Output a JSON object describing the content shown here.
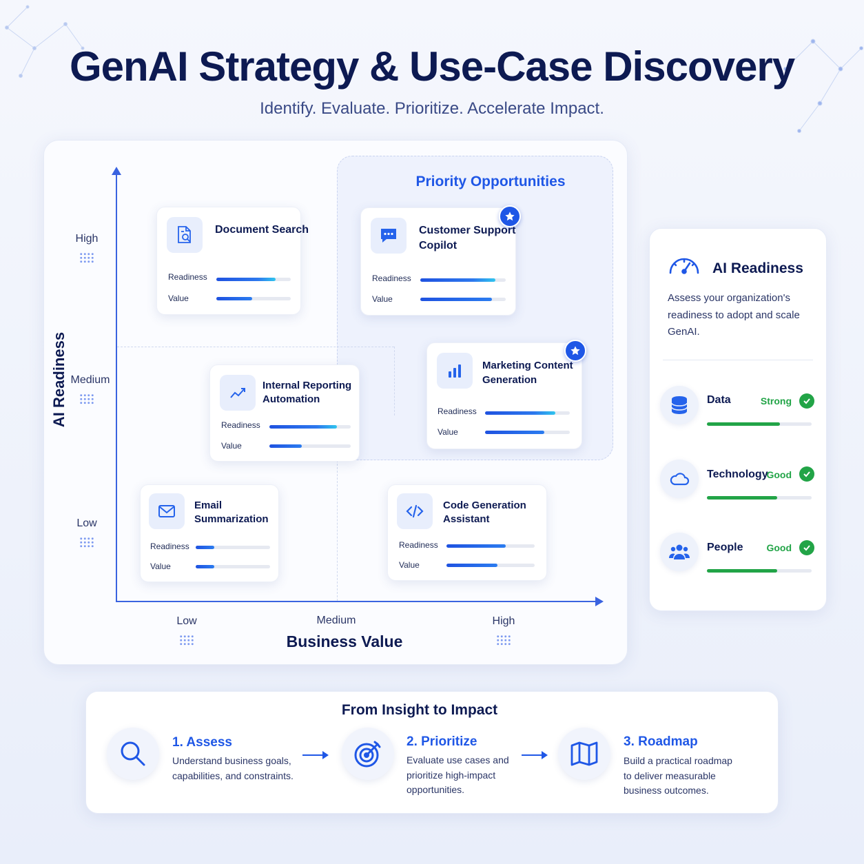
{
  "header": {
    "title": "GenAI Strategy & Use-Case Discovery",
    "subtitle": "Identify. Evaluate. Prioritize. Accelerate Impact."
  },
  "matrix": {
    "priority_zone_title": "Priority Opportunities",
    "y_axis": {
      "title": "AI Readiness",
      "ticks": [
        "High",
        "Medium",
        "Low"
      ]
    },
    "x_axis": {
      "title": "Business Value",
      "ticks": [
        "Low",
        "Medium",
        "High"
      ]
    },
    "readiness_label": "Readiness",
    "value_label": "Value",
    "use_cases": [
      {
        "title": "Document Search",
        "icon": "document-search-icon",
        "readiness": 0.8,
        "value": 0.48,
        "priority": false
      },
      {
        "title": "Customer Support Copilot",
        "icon": "chat-icon",
        "readiness": 0.88,
        "value": 0.84,
        "priority": true
      },
      {
        "title": "Internal Reporting Automation",
        "icon": "trend-line-icon",
        "readiness": 0.83,
        "value": 0.4,
        "priority": false
      },
      {
        "title": "Marketing Content Generation",
        "icon": "bar-chart-icon",
        "readiness": 0.83,
        "value": 0.7,
        "priority": true
      },
      {
        "title": "Email Summarization",
        "icon": "envelope-icon",
        "readiness": 0.25,
        "value": 0.25,
        "priority": false
      },
      {
        "title": "Code Generation Assistant",
        "icon": "code-icon",
        "readiness": 0.67,
        "value": 0.58,
        "priority": false
      }
    ]
  },
  "readiness_panel": {
    "title": "AI Readiness",
    "icon": "gauge-icon",
    "description": "Assess your organization's readiness to adopt and scale GenAI.",
    "dimensions": [
      {
        "name": "Data",
        "status": "Strong",
        "level": 0.7,
        "icon": "database-icon"
      },
      {
        "name": "Technology",
        "status": "Good",
        "level": 0.67,
        "icon": "cloud-icon"
      },
      {
        "name": "People",
        "status": "Good",
        "level": 0.67,
        "icon": "people-icon"
      }
    ]
  },
  "process": {
    "title": "From Insight to Impact",
    "steps": [
      {
        "title": "1. Assess",
        "description": "Understand business goals, capabilities, and constraints.",
        "icon": "magnifier-icon"
      },
      {
        "title": "2. Prioritize",
        "description": "Evaluate use cases and prioritize high-impact opportunities.",
        "icon": "target-icon"
      },
      {
        "title": "3. Roadmap",
        "description": "Build a practical roadmap to deliver measurable business outcomes.",
        "icon": "map-icon"
      }
    ]
  },
  "colors": {
    "accent": "#1f57e6",
    "title": "#0d1a52",
    "success": "#22a447"
  }
}
